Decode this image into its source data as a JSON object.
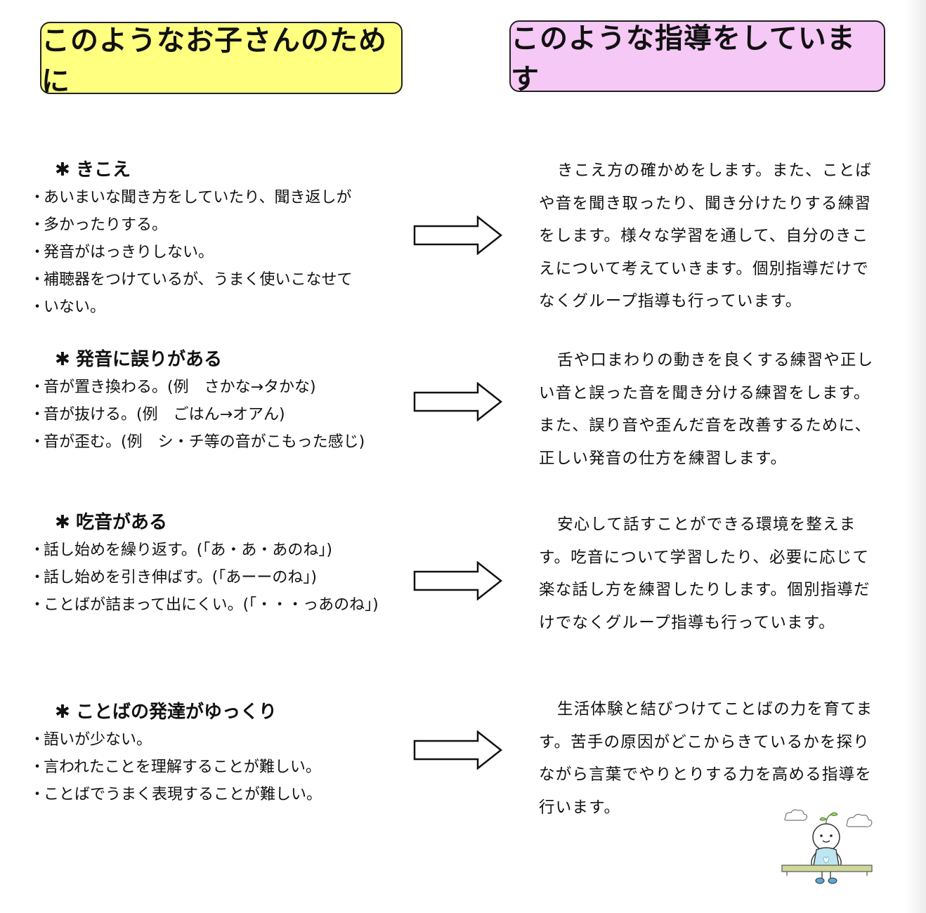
{
  "headers": {
    "left": "このようなお子さんのために",
    "right": "このような指導をしています"
  },
  "sections": [
    {
      "title": "きこえ",
      "bullets": [
        "あいまいな聞き方をしていたり、聞き返しが",
        "多かったりする。",
        "発音がはっきりしない。",
        "補聴器をつけているが、うまく使いこなせて",
        "いない。"
      ],
      "guidance": "きこえ方の確かめをします。また、ことばや音を聞き取ったり、聞き分けたりする練習をします。様々な学習を通して、自分のきこえについて考えていきます。個別指導だけでなくグループ指導も行っています。"
    },
    {
      "title": "発音に誤りがある",
      "bullets": [
        "音が置き換わる。(例　さかな→タかな)",
        "音が抜ける。(例　ごはん→オアん)",
        "音が歪む。(例　シ・チ等の音がこもった感じ)"
      ],
      "guidance": "舌や口まわりの動きを良くする練習や正しい音と誤った音を聞き分ける練習をします。また、誤り音や歪んだ音を改善するために、正しい発音の仕方を練習します。"
    },
    {
      "title": "吃音がある",
      "bullets": [
        "話し始めを繰り返す。(「あ・あ・あのね」)",
        "話し始めを引き伸ばす。(「あーーのね」)",
        "ことばが詰まって出にくい。(「・・・っあのね」)"
      ],
      "guidance": "安心して話すことができる環境を整えます。吃音について学習したり、必要に応じて楽な話し方を練習したりします。個別指導だけでなくグループ指導も行っています。"
    },
    {
      "title": "ことばの発達がゆっくり",
      "bullets": [
        "語いが少ない。",
        "言われたことを理解することが難しい。",
        "ことばでうまく表現することが難しい。"
      ],
      "guidance": "生活体験と結びつけてことばの力を育てます。苦手の原因がどこからきているかを探りながら言葉でやりとりする力を高める指導を行います。"
    }
  ],
  "colors": {
    "left_header_bg": "#ffff80",
    "right_header_bg": "#f5c8f5"
  },
  "icons": {
    "arrow": "right-arrow-icon",
    "mascot": "mascot-illustration"
  }
}
